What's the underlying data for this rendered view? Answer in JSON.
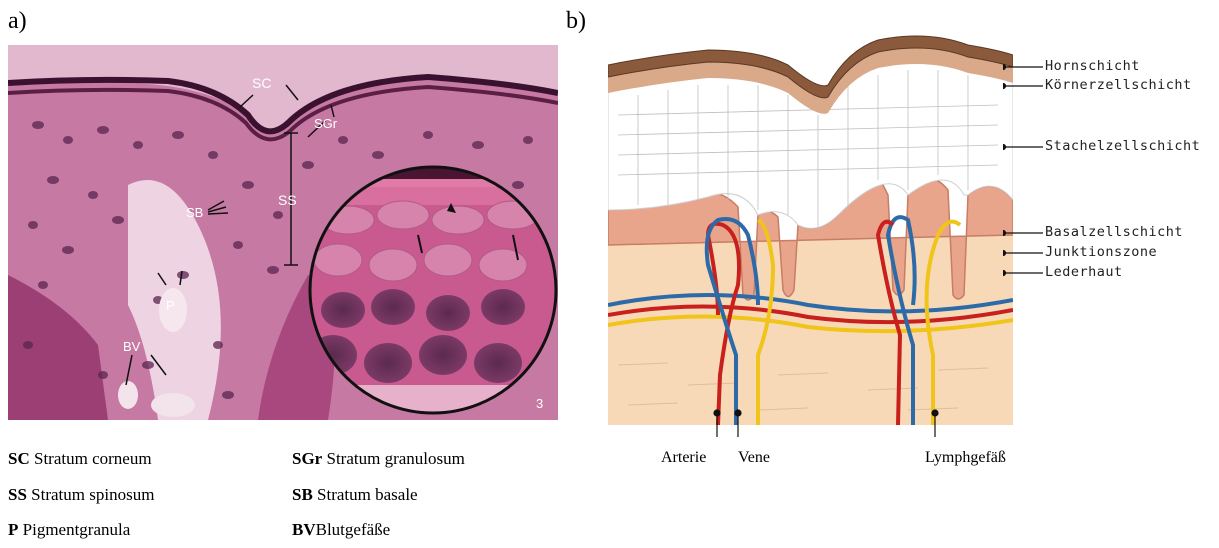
{
  "panels": {
    "a_label": "a)",
    "b_label": "b)"
  },
  "micrograph": {
    "annotations": {
      "sc": "SC",
      "sgr": "SGr",
      "ss": "SS",
      "sb": "SB",
      "p": "P",
      "bv": "BV",
      "figure_number": "3"
    }
  },
  "schematic": {
    "layers": [
      "Hornschicht",
      "Körnerzellschicht",
      "Stachelzellschicht",
      "Basalzellschicht",
      "Junktionszone",
      "Lederhaut"
    ],
    "vessels": {
      "artery": "Arterie",
      "vein": "Vene",
      "lymph": "Lymphgefäß"
    },
    "colors": {
      "artery": "#c8201c",
      "vein": "#2d6aa8",
      "lymph": "#f0c419",
      "dermis": "#f7d9b8",
      "basal": "#e9a48c",
      "horn": "#8b5a3c"
    }
  },
  "legend": [
    {
      "abbr": "SC",
      "text": " Stratum corneum"
    },
    {
      "abbr": "SGr",
      "text": " Stratum granulosum"
    },
    {
      "abbr": "SS",
      "text": " Stratum spinosum"
    },
    {
      "abbr": "SB",
      "text": " Stratum basale"
    },
    {
      "abbr": "P",
      "text": " Pigmentgranula"
    },
    {
      "abbr": "BV",
      "text": "Blutgefäße"
    }
  ]
}
